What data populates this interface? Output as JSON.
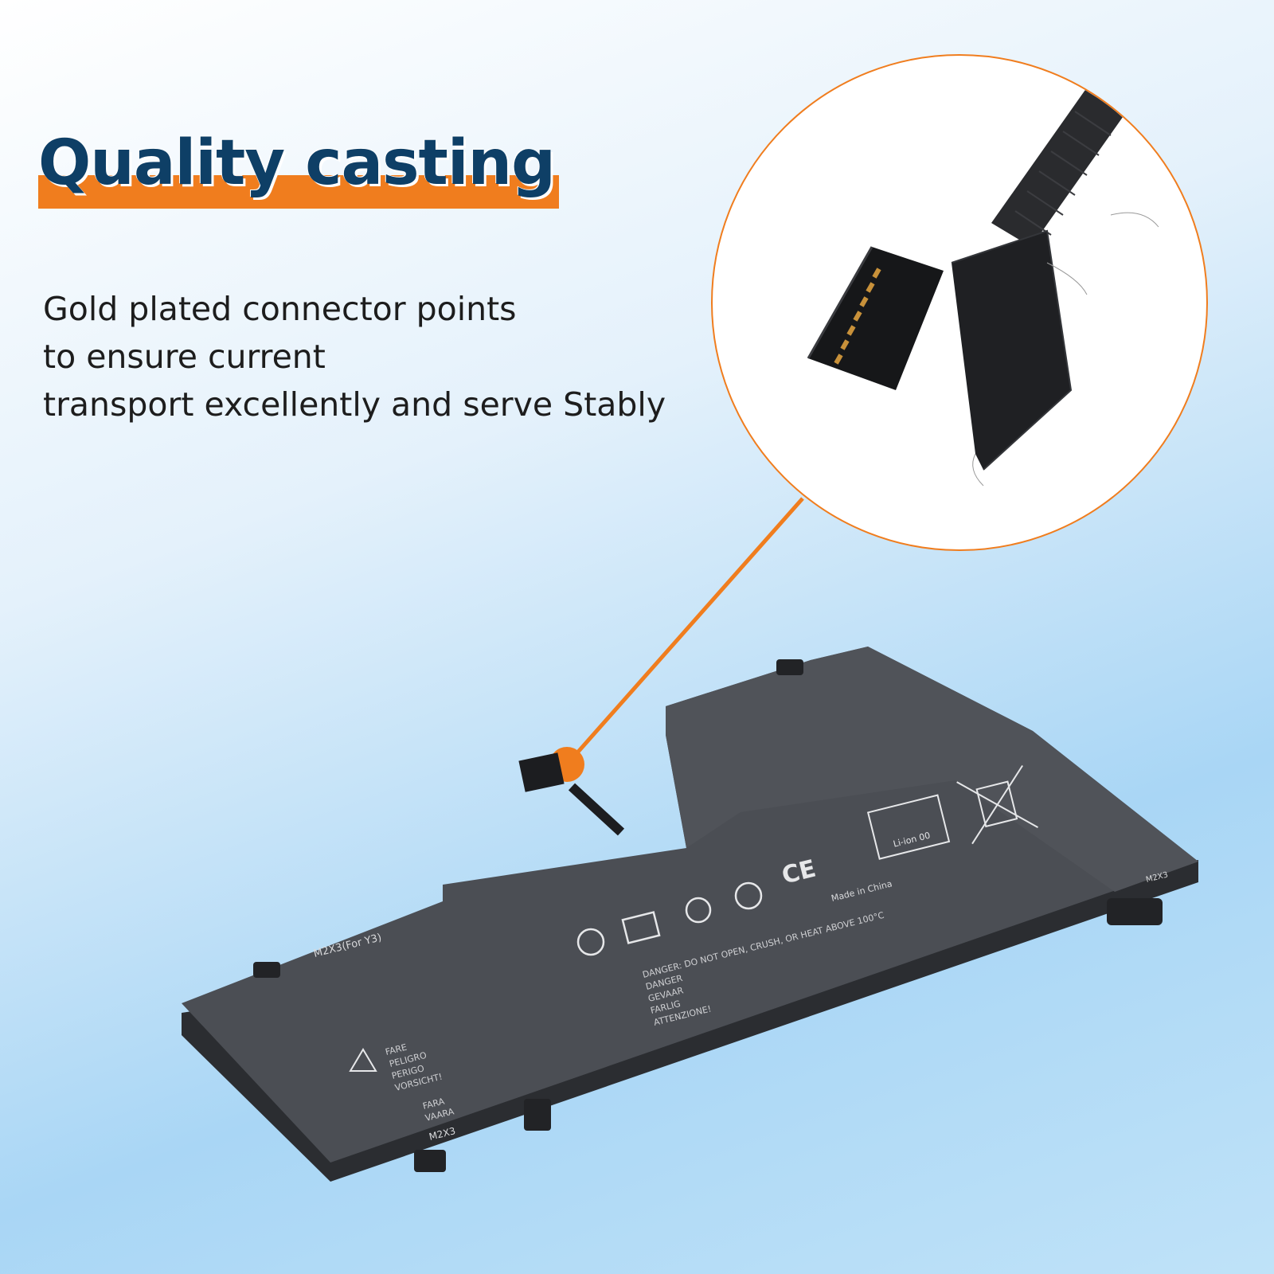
{
  "headline": {
    "text": "Quality casting"
  },
  "description": {
    "line1": "Gold plated connector points",
    "line2": "to ensure current",
    "line3": "transport excellently and serve Stably"
  },
  "battery_labels": {
    "screw_top": "M2X3(For Y3)",
    "screw_bottom": "M2X3",
    "screw_right": "M2X3",
    "made_in": "Made in China",
    "recycle_badge": "Li-ion 00",
    "danger_heading": "DANGER: DO NOT OPEN, CRUSH, OR HEAT ABOVE 100°C",
    "warn_fare": "FARE",
    "warn_peligro": "PELIGRO",
    "warn_perigo": "PERIGO",
    "warn_vorsicht": "VORSICHT!",
    "warn_fara": "FARA",
    "warn_vaara": "VAARA",
    "warn_danger": "DANGER",
    "warn_gevaar": "GEVAAR",
    "warn_farlig": "FARLIG",
    "warn_attenzione": "ATTENZIONE!",
    "ce_mark": "CE"
  },
  "colors": {
    "accent_orange": "#f07d1e",
    "headline_navy": "#0e3f66",
    "battery_body": "#4b4e54"
  }
}
